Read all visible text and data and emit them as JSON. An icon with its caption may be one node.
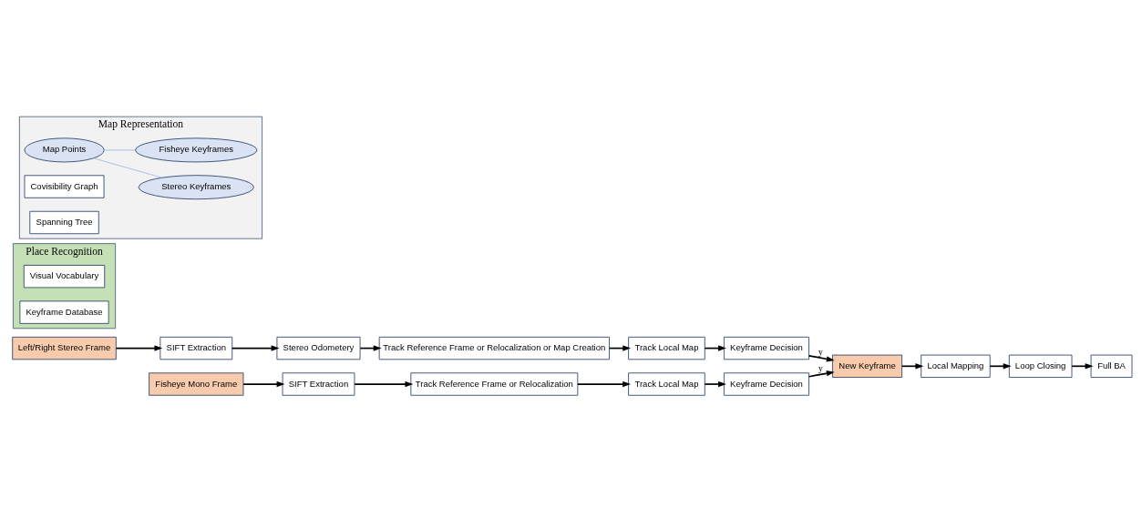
{
  "diagram": {
    "nodes": [
      {
        "text": [
          "Left/Right Stereo Frame"
        ]
      },
      {
        "text": [
          "SIFT Extraction"
        ]
      },
      {
        "text": [
          "Stereo Odometery"
        ]
      },
      {
        "text": [
          "Track Reference Frame or Relocalization or Map Creation"
        ]
      },
      {
        "text": [
          "Track Local Map"
        ]
      },
      {
        "text": [
          "Keyframe Decision"
        ]
      },
      {
        "text": [
          "Fisheye Mono Frame"
        ]
      },
      {
        "text": [
          "SIFT Extraction"
        ]
      },
      {
        "text": [
          "Track Reference Frame or Relocalization"
        ]
      },
      {
        "text": [
          "Track Local Map"
        ]
      },
      {
        "text": [
          "Keyframe Decision"
        ]
      },
      {
        "text": [
          "New Keyframe"
        ]
      },
      {
        "text": [
          "Local Mapping"
        ]
      },
      {
        "text": [
          "Loop Closing"
        ]
      },
      {
        "text": [
          "Full BA"
        ]
      },
      {
        "text": [
          "Place Recognition"
        ]
      },
      {
        "text": [
          "Visual Vocabulary"
        ],
        "in": 15
      },
      {
        "text": [
          "Keyframe Database"
        ],
        "in": 15
      },
      {
        "text": [
          "Map Representation"
        ]
      },
      {
        "text": [
          "Map Points"
        ],
        "in": 18
      },
      {
        "text": [
          "Stereo Keyframes"
        ],
        "in": 18
      },
      {
        "text": [
          "Fisheye Keyframes"
        ],
        "in": 18
      },
      {
        "text": [
          "Covisibility Graph"
        ],
        "in": 18
      },
      {
        "text": [
          "Spanning Tree"
        ],
        "in": 18
      }
    ],
    "edges": [
      {
        "from": 0,
        "to": 1,
        "arrow": "to"
      },
      {
        "from": 1,
        "to": 2,
        "arrow": "to"
      },
      {
        "from": 2,
        "to": 3,
        "arrow": "to"
      },
      {
        "from": 3,
        "to": 4,
        "arrow": "to"
      },
      {
        "from": 4,
        "to": 5,
        "arrow": "to"
      },
      {
        "from": 5,
        "to": 11,
        "arrow": "to",
        "label": "y"
      },
      {
        "from": 6,
        "to": 7,
        "arrow": "to"
      },
      {
        "from": 7,
        "to": 8,
        "arrow": "to"
      },
      {
        "from": 8,
        "to": 9,
        "arrow": "to"
      },
      {
        "from": 9,
        "to": 10,
        "arrow": "to"
      },
      {
        "from": 10,
        "to": 11,
        "arrow": "to",
        "label": "y"
      },
      {
        "from": 11,
        "to": 12,
        "arrow": "to"
      },
      {
        "from": 12,
        "to": 13,
        "arrow": "to"
      },
      {
        "from": 13,
        "to": 14,
        "arrow": "to"
      },
      {
        "from": 19,
        "to": 20,
        "arrow": "none",
        "color": "#8faadc"
      },
      {
        "from": 19,
        "to": 21,
        "arrow": "none",
        "color": "#8faadc"
      }
    ]
  }
}
